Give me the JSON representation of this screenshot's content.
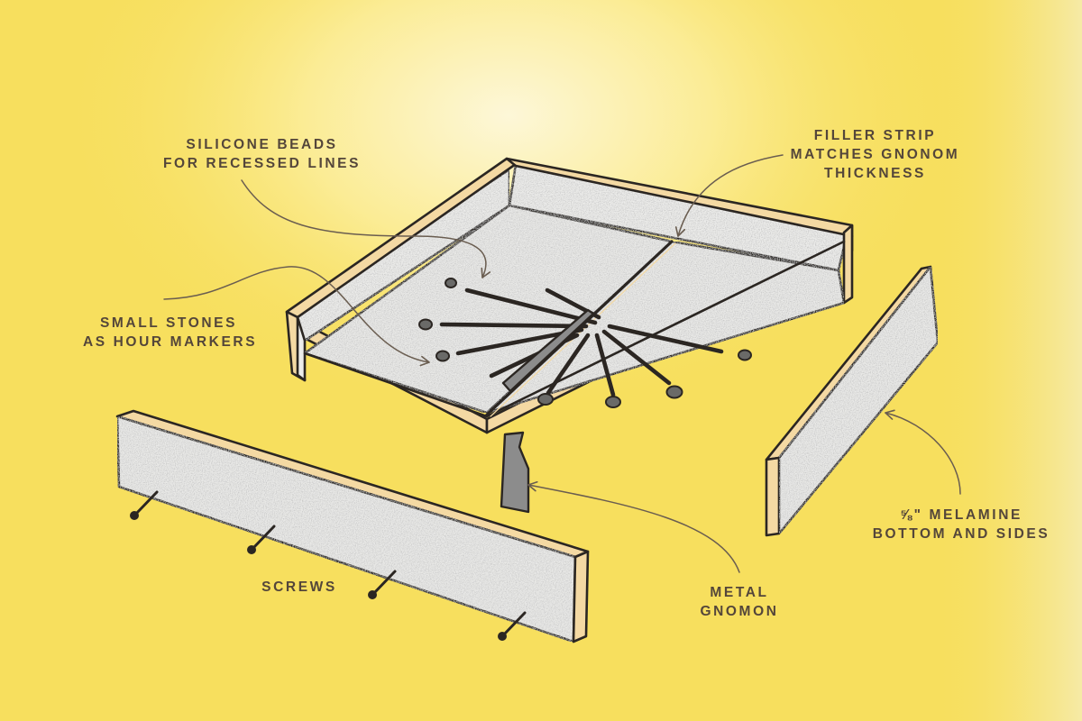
{
  "labels": {
    "silicone_beads": [
      "SILICONE BEADS",
      "FOR RECESSED LINES"
    ],
    "filler_strip": [
      "FILLER STRIP",
      "MATCHES GNONOM",
      "THICKNESS"
    ],
    "small_stones": [
      "SMALL STONES",
      "AS HOUR MARKERS"
    ],
    "melamine": [
      "⅝\" MELAMINE",
      "BOTTOM AND SIDES"
    ],
    "metal_gnomon": [
      "METAL",
      "GNOMON"
    ],
    "screws": [
      "SCREWS"
    ]
  },
  "colors": {
    "background": "#f7df5e",
    "plywood_edge": "#f4d9a3",
    "melamine_face": "#e9e9e7",
    "outline": "#2b2622",
    "gnomon": "#8c8c8c",
    "label_text": "#54463a"
  }
}
